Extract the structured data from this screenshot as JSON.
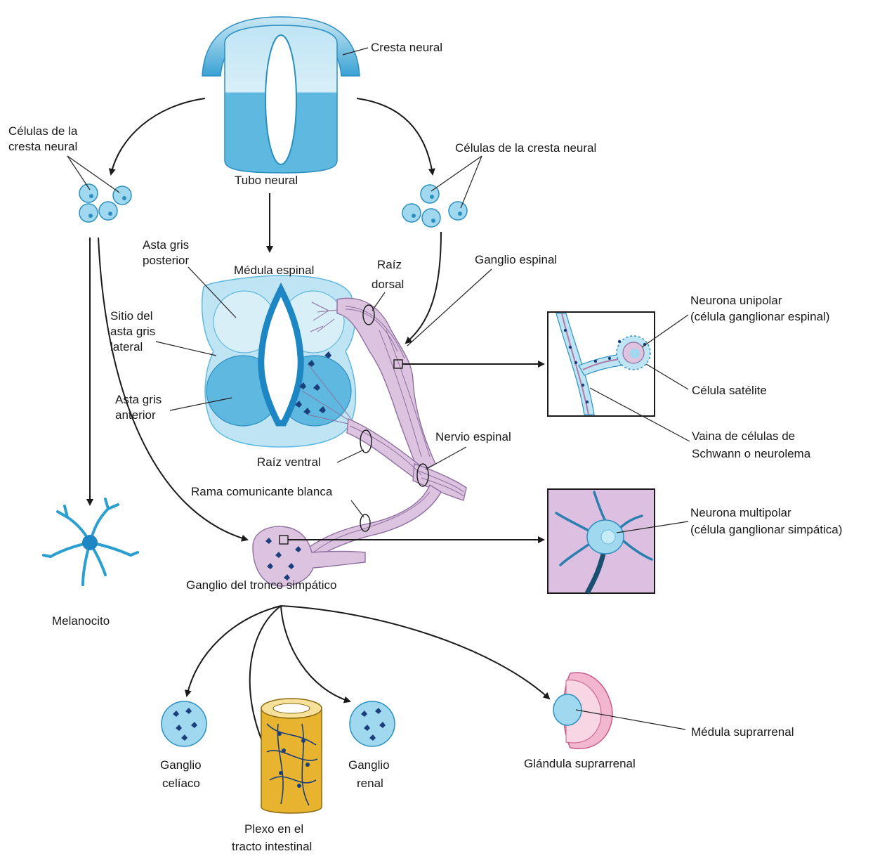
{
  "labels": {
    "cresta_neural": "Cresta neural",
    "celulas_cresta_left_1": "Células de la",
    "celulas_cresta_left_2": "cresta neural",
    "tubo_neural": "Tubo neural",
    "celulas_cresta_right": "Células de la cresta neural",
    "asta_posterior_1": "Asta gris",
    "asta_posterior_2": "posterior",
    "medula_espinal": "Médula espinal",
    "raiz_dorsal_1": "Raíz",
    "raiz_dorsal_2": "dorsal",
    "ganglio_espinal": "Ganglio espinal",
    "sitio_lateral_1": "Sitio del",
    "sitio_lateral_2": "asta gris",
    "sitio_lateral_3": "lateral",
    "asta_anterior_1": "Asta gris",
    "asta_anterior_2": "anterior",
    "neurona_unipolar_1": "Neurona unipolar",
    "neurona_unipolar_2": "(célula ganglionar espinal)",
    "celula_satelite": "Célula satélite",
    "vaina_1": "Vaina de células de",
    "vaina_2": "Schwann o neurolema",
    "nervio_espinal": "Nervio espinal",
    "raiz_ventral": "Raíz ventral",
    "rama_comunicante": "Rama comunicante blanca",
    "neurona_multipolar_1": "Neurona multipolar",
    "neurona_multipolar_2": "(célula ganglionar simpática)",
    "ganglio_tronco": "Ganglio del tronco simpático",
    "melanocito": "Melanocito",
    "ganglio_celiaco_1": "Ganglio",
    "ganglio_celiaco_2": "celíaco",
    "ganglio_renal_1": "Ganglio",
    "ganglio_renal_2": "renal",
    "plexo_1": "Plexo en el",
    "plexo_2": "tracto intestinal",
    "glandula": "Glándula suprarrenal",
    "medula_suprarrenal": "Médula suprarrenal"
  },
  "colors": {
    "blue_dark": "#2a8fc0",
    "blue_mid": "#5fb8e0",
    "blue_light": "#bfe4f4",
    "purple": "#dcc4e0",
    "pink": "#f2b7cf",
    "gold": "#e8b32e"
  }
}
